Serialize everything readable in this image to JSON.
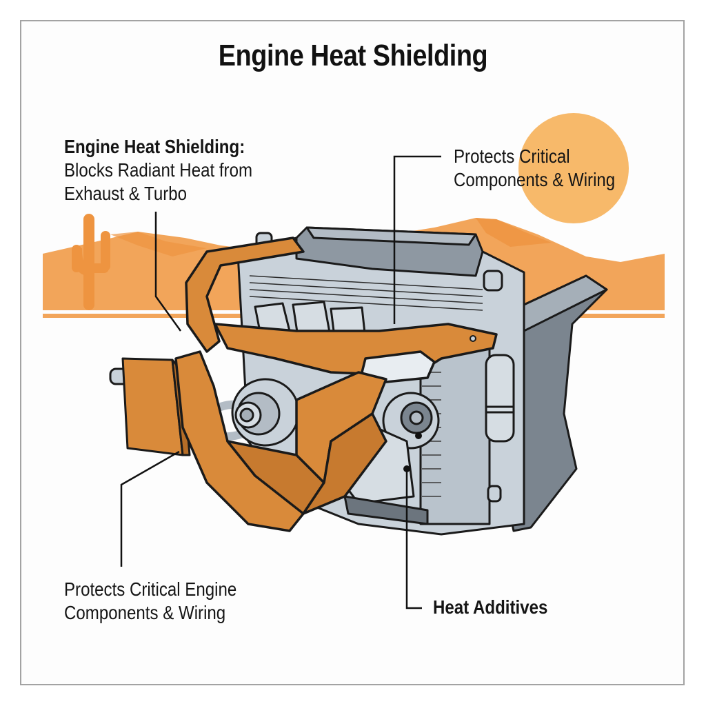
{
  "title": "Engine Heat Shielding",
  "callouts": [
    {
      "id": "top-left",
      "heading": "Engine Heat Shielding:",
      "lines": [
        "Blocks Radiant Heat from",
        "Exhaust & Turbo"
      ]
    },
    {
      "id": "top-right",
      "lines": [
        "Protects Critical",
        "Components & Wiring"
      ]
    },
    {
      "id": "bottom-left",
      "lines": [
        "Protects Critical Engine",
        "Components & Wiring"
      ]
    },
    {
      "id": "bottom-right",
      "lines": [
        "Heat Additives"
      ]
    }
  ],
  "illustration": {
    "subject": "engine-with-orange-heat-shield-cage",
    "background": "desert-with-cactus-and-sun",
    "colors": {
      "shield_orange": "#d98a3a",
      "desert_orange": "#f2a55a",
      "desert_dark": "#ee9440",
      "sun": "#f7b96a",
      "metal_light": "#c9d2da",
      "metal_dark": "#7b858f",
      "outline": "#1a1a1a",
      "frame_border": "#a3a3a3"
    }
  }
}
